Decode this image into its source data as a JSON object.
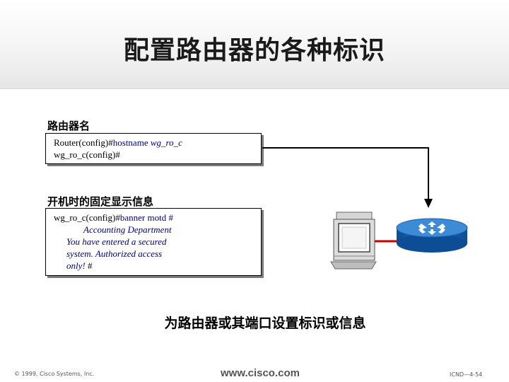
{
  "title": "配置路由器的各种标识",
  "section1": {
    "label": "路由器名",
    "prompt1": "Router(config)#",
    "command1": "hostname ",
    "arg1": "wg_ro_c",
    "prompt2": "wg_ro_c(config)#"
  },
  "section2": {
    "label": "开机时的固定显示信息",
    "prompt": "wg_ro_c(config)#",
    "command": "banner motd #",
    "banner_lines": [
      "Accounting Department",
      "You have entered a secured",
      "system. Authorized access",
      "only!"
    ],
    "terminator": " #"
  },
  "caption": "为路由器或其端口设置标识或信息",
  "footer": {
    "copyright": "© 1999, Cisco Systems, Inc.",
    "website": "www.cisco.com",
    "slide_id": "ICND—4-54"
  },
  "icons": [
    "terminal-icon",
    "router-icon"
  ],
  "colors": {
    "command_text": "#000080",
    "router_blue": "#1e6fc0",
    "link_red": "#cc0000"
  }
}
